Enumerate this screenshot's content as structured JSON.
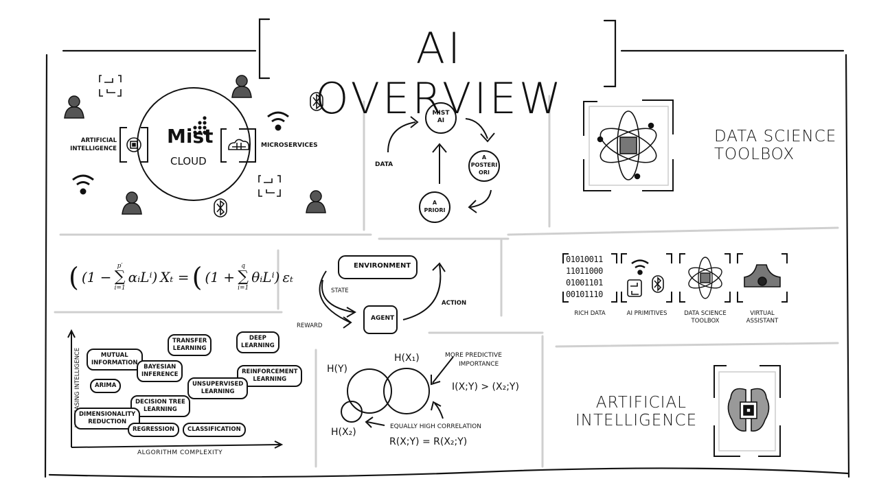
{
  "title": "AI OVERVIEW",
  "mist_cloud": {
    "logo": "Mist",
    "subtitle": "CLOUD",
    "left_label_line1": "ARTIFICIAL",
    "left_label_line2": "INTELLIGENCE",
    "right_label": "MICROSERVICES",
    "icons": [
      "user-icon",
      "wifi-icon",
      "bluetooth-icon",
      "swap-icon",
      "brain-chip-icon",
      "cloud-icon"
    ]
  },
  "mist_ai_cycle": {
    "nodes": [
      {
        "line1": "MIST",
        "line2": "AI"
      },
      {
        "line1": "A",
        "line2": "POSTERI",
        "line3": "ORI"
      },
      {
        "line1": "A",
        "line2": "PRIORI"
      }
    ],
    "input_label": "DATA"
  },
  "toolbox_header": {
    "line1": "DATA SCIENCE",
    "line2": "TOOLBOX"
  },
  "equation": {
    "lhs_open": "(1 −",
    "lhs_sum_top": "p′",
    "lhs_sum_bottom": "i=1",
    "lhs_term": "αᵢLⁱ)",
    "lhs_var": "Xₜ =",
    "rhs_open": "(1 +",
    "rhs_sum_top": "q",
    "rhs_sum_bottom": "i=1",
    "rhs_term": "θᵢLⁱ)",
    "rhs_var": "εₜ"
  },
  "rl_loop": {
    "environment": "ENVIRONMENT",
    "agent": "AGENT",
    "state": "STATE",
    "reward": "REWARD",
    "action": "ACTION"
  },
  "pillars": [
    {
      "label": "RICH DATA",
      "binary": [
        "01010011",
        "11011000",
        "01001101",
        "00101110"
      ]
    },
    {
      "label": "AI PRIMITIVES"
    },
    {
      "label_line1": "DATA SCIENCE",
      "label_line2": "TOOLBOX"
    },
    {
      "label_line1": "VIRTUAL",
      "label_line2": "ASSISTANT"
    }
  ],
  "algorithm_map": {
    "x_axis": "ALGORITHM COMPLEXITY",
    "y_axis": "INCREASING INTELLIGENCE",
    "items": [
      {
        "line1": "MUTUAL",
        "line2": "INFORMATION"
      },
      {
        "line1": "TRANSFER",
        "line2": "LEARNING"
      },
      {
        "line1": "DEEP",
        "line2": "LEARNING"
      },
      {
        "line1": "BAYESIAN",
        "line2": "INFERENCE"
      },
      {
        "line1": "REINFORCEMENT",
        "line2": "LEARNING"
      },
      {
        "line1": "ARIMA"
      },
      {
        "line1": "UNSUPERVISED",
        "line2": "LEARNING"
      },
      {
        "line1": "DECISION TREE",
        "line2": "LEARNING"
      },
      {
        "line1": "DIMENSIONALITY",
        "line2": "REDUCTION"
      },
      {
        "line1": "REGRESSION"
      },
      {
        "line1": "CLASSIFICATION"
      }
    ]
  },
  "venn": {
    "hy": "H(Y)",
    "hx1": "H(X₁)",
    "hx2": "H(X₂)",
    "note1_line1": "MORE PREDICTIVE",
    "note1_line2": "IMPORTANCE",
    "formula1": "I(X;Y) > (X₂;Y)",
    "note2": "EQUALLY HIGH CORRELATION",
    "formula2": "R(X;Y) = R(X₂;Y)"
  },
  "ai_header": {
    "line1": "ARTIFICIAL",
    "line2": "INTELLIGENCE"
  }
}
